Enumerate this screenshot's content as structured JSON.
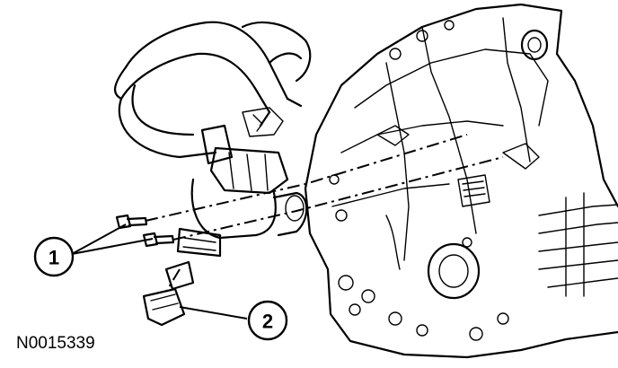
{
  "callouts": [
    {
      "id": "1",
      "label": "1"
    },
    {
      "id": "2",
      "label": "2"
    }
  ],
  "figure_id": "N0015339"
}
